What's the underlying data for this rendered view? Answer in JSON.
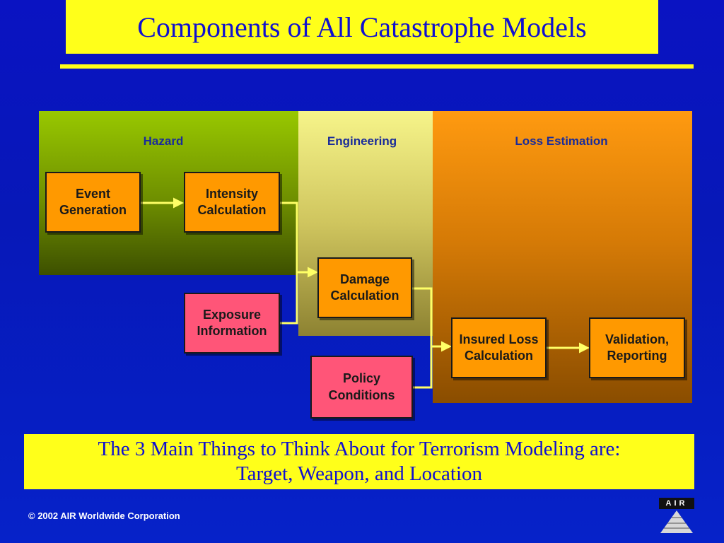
{
  "title": "Components of All Catastrophe Models",
  "panels": {
    "hazard": "Hazard",
    "engineering": "Engineering",
    "loss_estimation": "Loss Estimation"
  },
  "boxes": {
    "event_generation": [
      "Event",
      "Generation"
    ],
    "intensity_calculation": [
      "Intensity",
      "Calculation"
    ],
    "exposure_information": [
      "Exposure",
      "Information"
    ],
    "damage_calculation": [
      "Damage",
      "Calculation"
    ],
    "policy_conditions": [
      "Policy",
      "Conditions"
    ],
    "insured_loss_calculation": [
      "Insured Loss",
      "Calculation"
    ],
    "validation_reporting": [
      "Validation,",
      "Reporting"
    ]
  },
  "summary": {
    "line1": "The 3 Main Things to Think About for Terrorism Modeling are:",
    "line2": "Target, Weapon, and Location"
  },
  "footer": {
    "copyright": "© 2002 AIR Worldwide Corporation",
    "logo_letters": "AIR"
  },
  "colors": {
    "background": "#0a13c2",
    "title_box": "#ffff1a",
    "title_text": "#1010d0",
    "process_box": "#ff9900",
    "input_box": "#ff5578",
    "arrow": "#ffff66"
  }
}
